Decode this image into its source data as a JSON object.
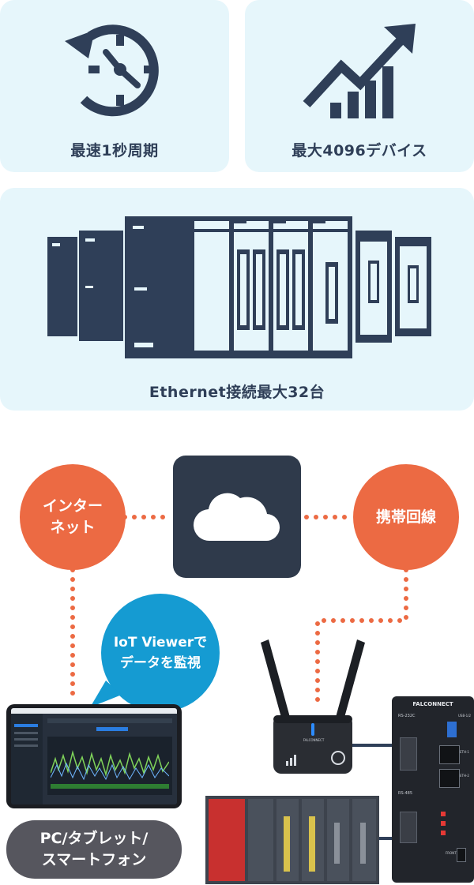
{
  "cards": {
    "speed_label": "最速1秒周期",
    "devices_label": "最大4096デバイス",
    "ethernet_label": "Ethernet接続最大32台"
  },
  "network": {
    "internet_label": "インター\nネット",
    "mobile_label": "携帯回線"
  },
  "viewer": {
    "bubble_text": "IoT Viewerで\nデータを監視"
  },
  "clients": {
    "label": "PC/タブレット/\nスマートフォン"
  },
  "devices": {
    "router_brand": "FALCONNECT",
    "gateway_brand": "FALCONNECT",
    "gateway_ports": [
      "RS-232C",
      "USB-1/2",
      "ETH-1",
      "ETH-2",
      "RS-485",
      "FRONT"
    ]
  },
  "colors": {
    "card_bg": "#e6f6fb",
    "navy": "#2f3f58",
    "orange": "#ec6a43",
    "blue": "#159bd2",
    "gray": "#56565e"
  }
}
